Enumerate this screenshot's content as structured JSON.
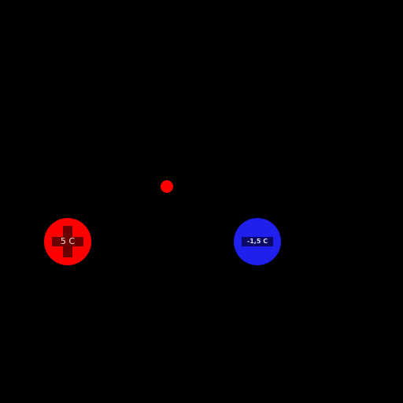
{
  "charges": {
    "positive": {
      "label": "5 C",
      "color": "#ff0000",
      "sign": "plus"
    },
    "negative": {
      "label": "-1,5 C",
      "color": "#1f1fee",
      "sign": "minus"
    }
  },
  "test_charge": {
    "color": "#ff0000"
  },
  "background_color": "#000000"
}
